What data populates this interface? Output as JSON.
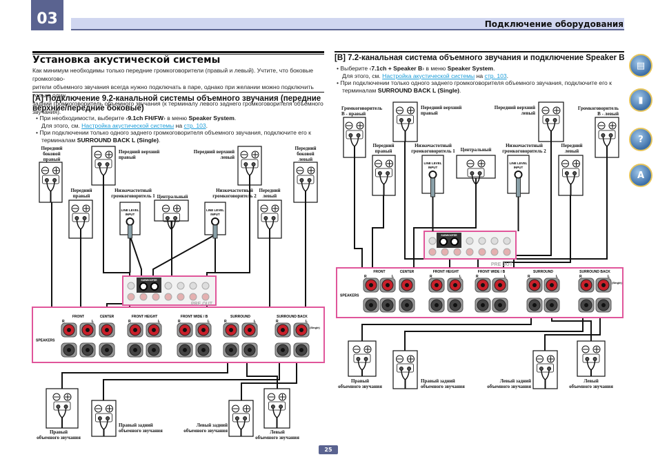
{
  "header": {
    "chapter": "03",
    "section": "Подключение оборудования"
  },
  "left": {
    "title": "Установка акустической системы",
    "intro": [
      "Как минимум необходимы только передние громкоговорители (правый и левый). Учтите, что боковые громкогово-",
      "рители объемного звучания всегда нужно подключать в паре, однако при желании можно подключить только один",
      "задний громкоговоритель объемного звучания (к терминалу левого заднего громкоговорителя объемного звучания)."
    ],
    "subtitle_line1": "[A] Подключение 9.2-канальной системы объемного звучания (передние",
    "subtitle_line2": "верхние/передние боковые)",
    "b1_pre": "При необходимости, выберите ‹",
    "b1_bold": "9.1ch FH/FW",
    "b1_mid": "› в меню ",
    "b1_menu": "Speaker System",
    "b1_end": ".",
    "b1_see": "Для этого, см. ",
    "b1_link": "Настройка акустической системы",
    "b1_on": " на ",
    "b1_page": "стр. 103",
    "b1_dot": ".",
    "b2_a": "При подключении только одного заднего громкоговорителя объемного звучания, подключите его к",
    "b2_b": "терминалам ",
    "b2_bold": "SURROUND BACK L (Single)",
    "b2_dot": "."
  },
  "right": {
    "title": "[B] 7.2-канальная система объемного звучания и подключение Speaker B",
    "b1_pre": "Выберите ‹",
    "b1_bold": "7.1ch + Speaker B",
    "b1_mid": "› в меню ",
    "b1_menu": "Speaker System",
    "b1_end": ".",
    "b1_see": "Для этого, см. ",
    "b1_link": "Настройка акустической системы",
    "b1_on": " на ",
    "b1_page": "стр. 103",
    "b1_dot": ".",
    "b2_a": "При подключении только одного заднего громкоговорителя объемного звучания, подключите его к",
    "b2_b": "терминалам ",
    "b2_bold": "SURROUND BACK L (Single)",
    "b2_dot": "."
  },
  "diagramA": {
    "front_wide_r": "Передний\nбоковой\nправый",
    "front_height_r": "Передний верхний\nправый",
    "front_r": "Передний\nправый",
    "sub1": "Низкочастотный\nгромкоговоритель 1",
    "center": "Центральный",
    "sub2": "Низкочастотный\nгромкоговоритель 2",
    "front_height_l": "Передний верхний\nлевый",
    "front_l": "Передний\nлевый",
    "front_wide_l": "Передний\nбоковой\nлевый",
    "surround_r": "Правый\nобъемного звучания",
    "surround_back_r": "Правый задний\nобъемного звучания",
    "surround_back_l": "Левый задний\nобъемного звучания",
    "surround_l": "Левый\nобъемного звучания"
  },
  "diagramB": {
    "speaker_b_r": "Громкоговоритель\nB - правый",
    "front_height_r": "Передний верхний\nправый",
    "front_r": "Передний\nправый",
    "sub1": "Низкочастотный\nгромкоговоритель 1",
    "center": "Центральный",
    "sub2": "Низкочастотный\nгромкоговоритель 2",
    "front_height_l": "Передний верхний\nлевый",
    "front_l": "Передний\nлевый",
    "speaker_b_l": "Громкоговоритель\nB - левый",
    "surround_r": "Правый\nобъемного звучания",
    "surround_back_r": "Правый задний\nобъемного звучания",
    "surround_back_l": "Левый задний\nобъемного звучания",
    "surround_l": "Левый\nобъемного звучания"
  },
  "panel": {
    "speakers": "SPEAKERS",
    "front": "FRONT",
    "center": "CENTER",
    "front_height": "FRONT HEIGHT",
    "front_wide": "FRONT WIDE / B",
    "surround": "SURROUND",
    "surround_back": "SURROUND BACK",
    "pre_out": "PRE OUT",
    "subwoofer": "SUBWOOFER",
    "line_level": "LINE LEVEL",
    "input": "INPUT",
    "r": "R",
    "l": "L",
    "single": "(Single)"
  },
  "colors": {
    "accent": "#5a6390",
    "panel_border": "#e0559a",
    "link": "#1a9bd8",
    "terminal": "#c8202a"
  },
  "side_icons": [
    "book-icon",
    "remote-icon",
    "receiver-help-icon",
    "glossary-icon"
  ],
  "page_number": "25"
}
